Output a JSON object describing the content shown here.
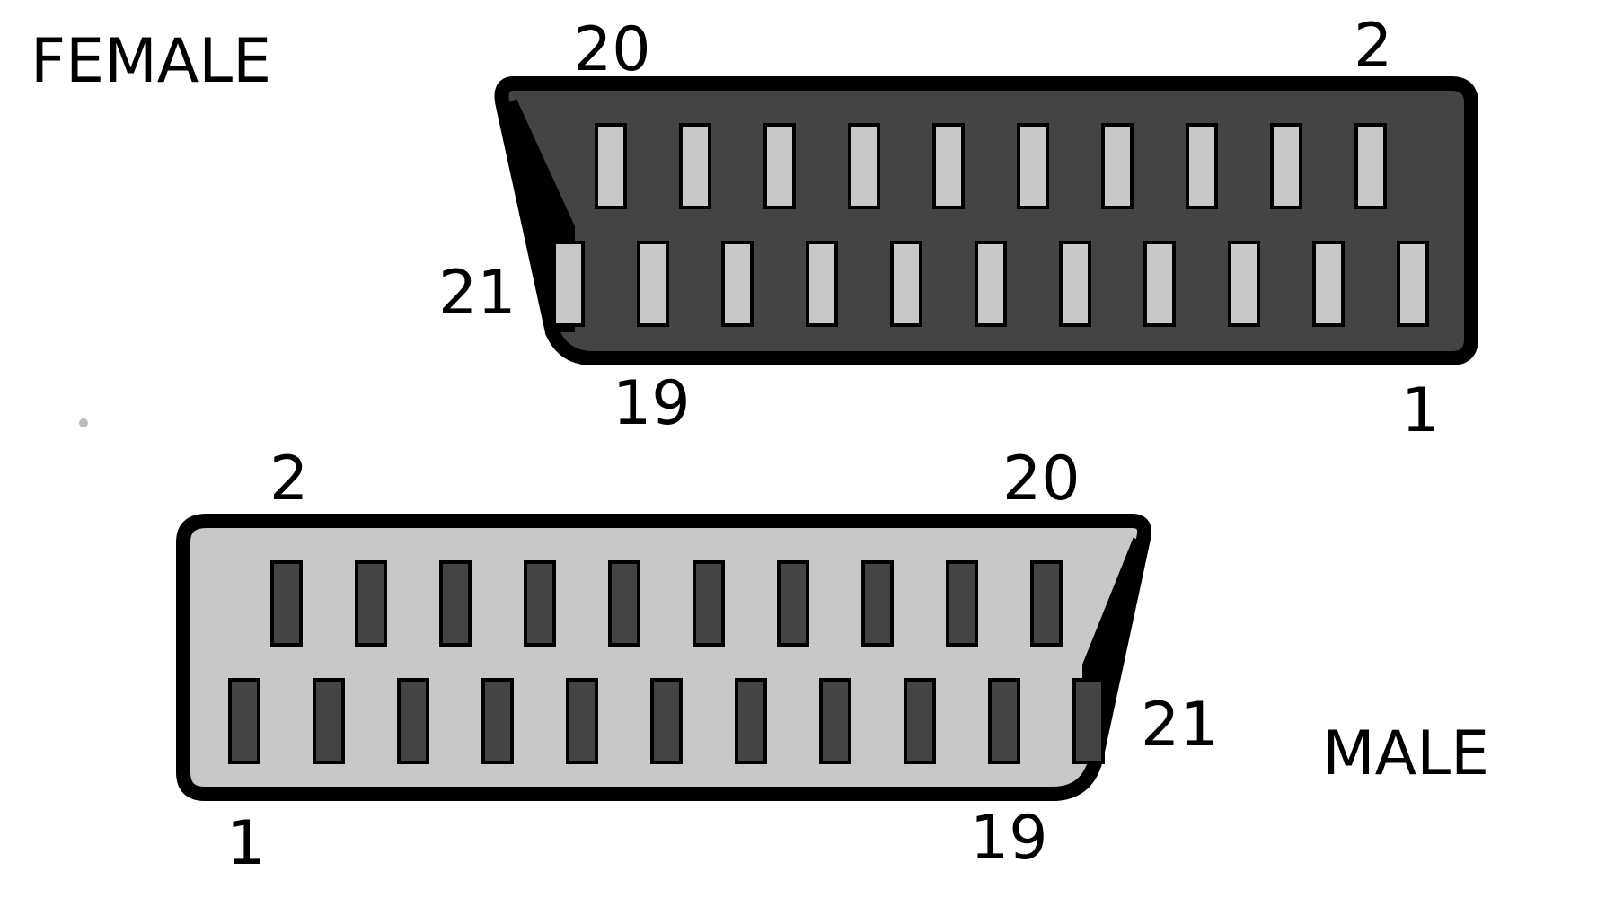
{
  "female": {
    "title": "FEMALE",
    "label_top_left": "20",
    "label_top_right": "2",
    "label_side": "21",
    "label_bottom_left": "19",
    "label_bottom_right": "1"
  },
  "male": {
    "title": "MALE",
    "label_top_left": "2",
    "label_top_right": "20",
    "label_side": "21",
    "label_bottom_left": "1",
    "label_bottom_right": "19"
  },
  "colors": {
    "outline": "#000000",
    "female_body": "#444444",
    "female_pin": "#c8c8c8",
    "male_body": "#c8c8c8",
    "male_pin": "#444444"
  },
  "pins": {
    "top_row_count": 10,
    "bottom_row_count": 11
  }
}
